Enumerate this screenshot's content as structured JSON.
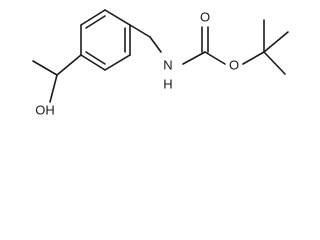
{
  "molecule": {
    "atom_labels": {
      "nitrogen": "N",
      "nitrogen_h": "H",
      "carbonyl_oxygen": "O",
      "ester_oxygen": "O",
      "hydroxyl": "OH"
    },
    "bond_color": "#1a1a1a",
    "background": "#ffffff"
  }
}
